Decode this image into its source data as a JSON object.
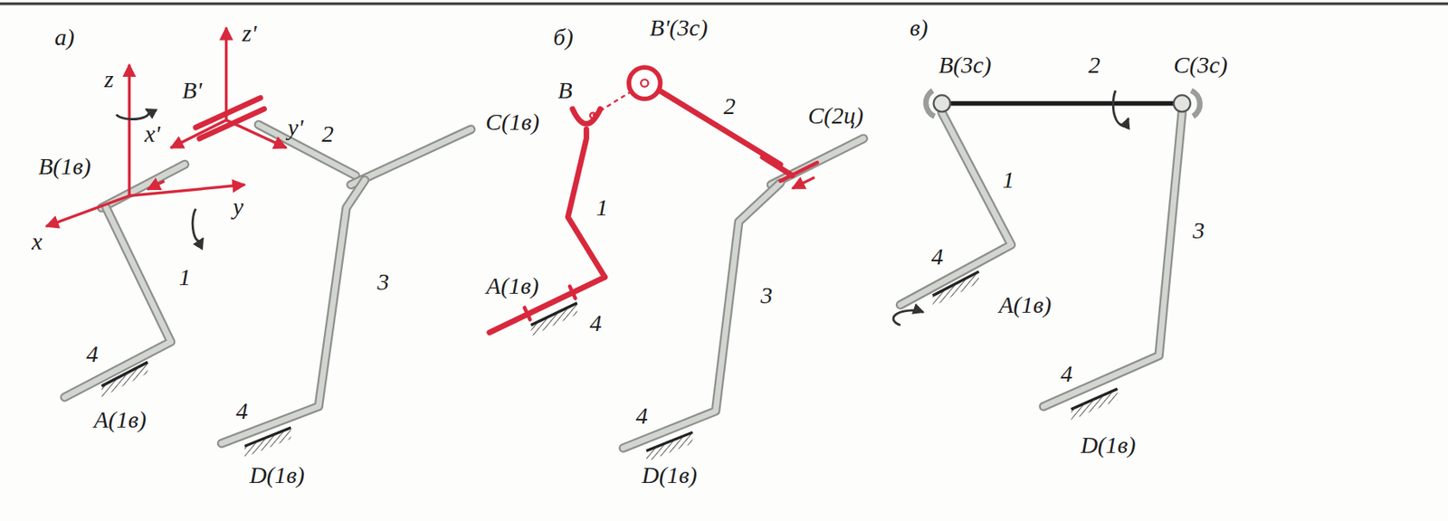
{
  "diagram": {
    "labels": [
      "а)",
      "z",
      "z'",
      "B'",
      "y'",
      "x'",
      "B(1в)",
      "y",
      "x",
      "2",
      "C(1в)",
      "1",
      "3",
      "4",
      "A(1в)",
      "4",
      "D(1в)",
      "б)",
      "B",
      "B'(3с)",
      "2",
      "C(2ц)",
      "1",
      "A(1в)",
      "4",
      "3",
      "4",
      "D(1в)",
      "в)",
      "B(3с)",
      "2",
      "C(3с)",
      "1",
      "4",
      "A(1в)",
      "3",
      "4",
      "D(1в)"
    ]
  }
}
